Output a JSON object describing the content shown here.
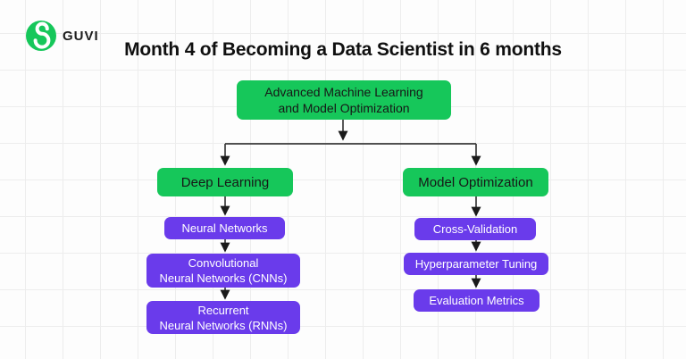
{
  "brand": {
    "name": "GUVI",
    "logo_icon": "guvi-g-icon",
    "logo_background": "#16C75A",
    "logo_glyph_color": "#FFFFFF"
  },
  "title": "Month 4 of Becoming a Data Scientist in 6 months",
  "colors": {
    "green": "#16C75A",
    "purple": "#6A3BEB",
    "connector_line": "#3A3A3A",
    "arrowhead": "#1A1A1A",
    "dark_text": "#171717",
    "light_text": "#FFFFFF",
    "grid_line": "#EDEDED",
    "background": "#FDFDFD"
  },
  "flowchart": {
    "root": {
      "lines": [
        "Advanced Machine Learning",
        "and Model Optimization"
      ]
    },
    "branches": [
      {
        "header": "Deep Learning",
        "children": [
          {
            "lines": [
              "Neural Networks"
            ]
          },
          {
            "lines": [
              "Convolutional",
              "Neural Networks (CNNs)"
            ]
          },
          {
            "lines": [
              "Recurrent",
              "Neural Networks (RNNs)"
            ]
          }
        ]
      },
      {
        "header": "Model Optimization",
        "children": [
          {
            "lines": [
              "Cross-Validation"
            ]
          },
          {
            "lines": [
              "Hyperparameter Tuning"
            ]
          },
          {
            "lines": [
              "Evaluation Metrics"
            ]
          }
        ]
      }
    ]
  }
}
